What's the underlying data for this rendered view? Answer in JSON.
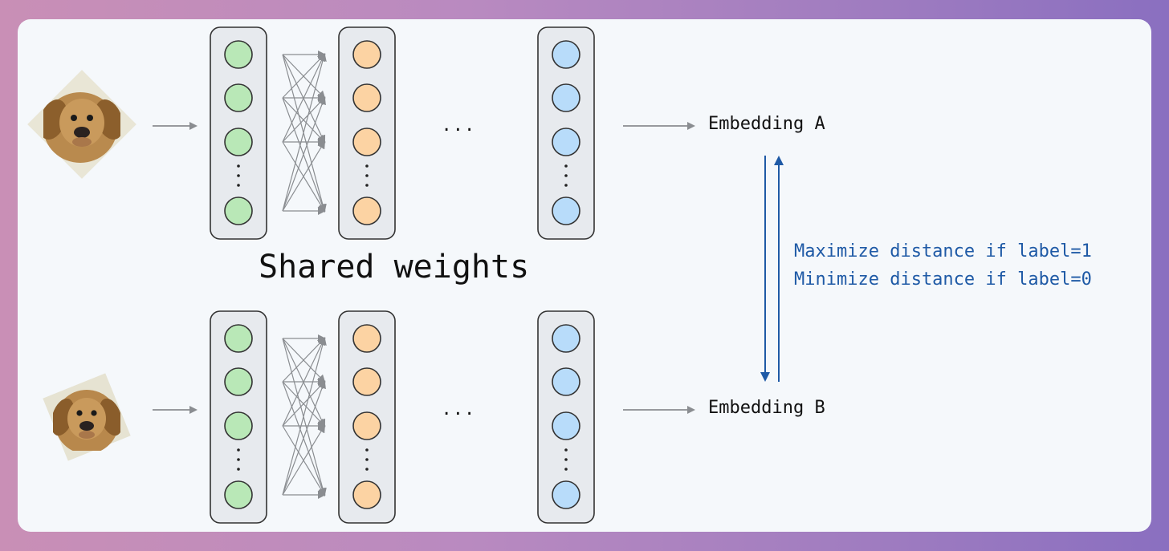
{
  "diagram": {
    "title": "Shared weights",
    "embedding_a": "Embedding A",
    "embedding_b": "Embedding B",
    "loss_line_1": "Maximize distance if label=1",
    "loss_line_2": "Minimize distance if label=0",
    "ellipsis": "...",
    "colors": {
      "layer1_fill": "#b9e8b7",
      "layer2_fill": "#fcd3a3",
      "layer3_fill": "#b8dcfa",
      "node_stroke": "#333333",
      "column_fill": "#e7eaee",
      "connector": "#8a8d91",
      "loss_arrow": "#1f5aa6",
      "loss_text": "#1f5aa6"
    },
    "images": [
      {
        "name": "dog-photo-top",
        "subject": "golden retriever puppy"
      },
      {
        "name": "dog-photo-bottom",
        "subject": "golden retriever puppy"
      }
    ]
  }
}
